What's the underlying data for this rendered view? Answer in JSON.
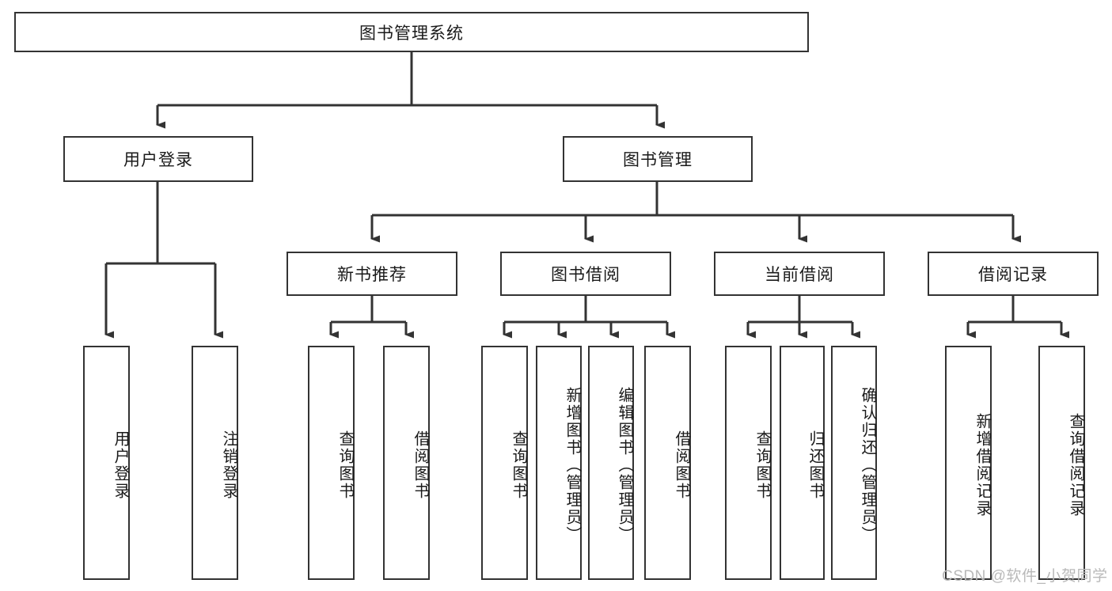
{
  "diagram": {
    "title": "图书管理系统",
    "type": "hierarchy-tree",
    "watermark": "CSDN @软件_小贺同学",
    "colors": {
      "box_border": "#333333",
      "box_fill": "#ffffff",
      "edge": "#333333",
      "text": "#1a1a1a",
      "watermark": "#b9b9b9"
    },
    "root": {
      "label": "图书管理系统"
    },
    "level1": [
      {
        "label": "用户登录"
      },
      {
        "label": "图书管理"
      }
    ],
    "level2": [
      {
        "label": "新书推荐"
      },
      {
        "label": "图书借阅"
      },
      {
        "label": "当前借阅"
      },
      {
        "label": "借阅记录"
      }
    ],
    "leaves": {
      "user_login": [
        {
          "label": "用户登录"
        },
        {
          "label": "注销登录"
        }
      ],
      "new_book_recommend": [
        {
          "label": "查询图书"
        },
        {
          "label": "借阅图书"
        }
      ],
      "book_borrow": [
        {
          "label": "查询图书"
        },
        {
          "label": "新增图书（管理员）"
        },
        {
          "label": "编辑图书（管理员）"
        },
        {
          "label": "借阅图书"
        }
      ],
      "current_borrow": [
        {
          "label": "查询图书"
        },
        {
          "label": "归还图书"
        },
        {
          "label": "确认归还（管理员）"
        }
      ],
      "borrow_record": [
        {
          "label": "新增借阅记录"
        },
        {
          "label": "查询借阅记录"
        }
      ]
    }
  }
}
